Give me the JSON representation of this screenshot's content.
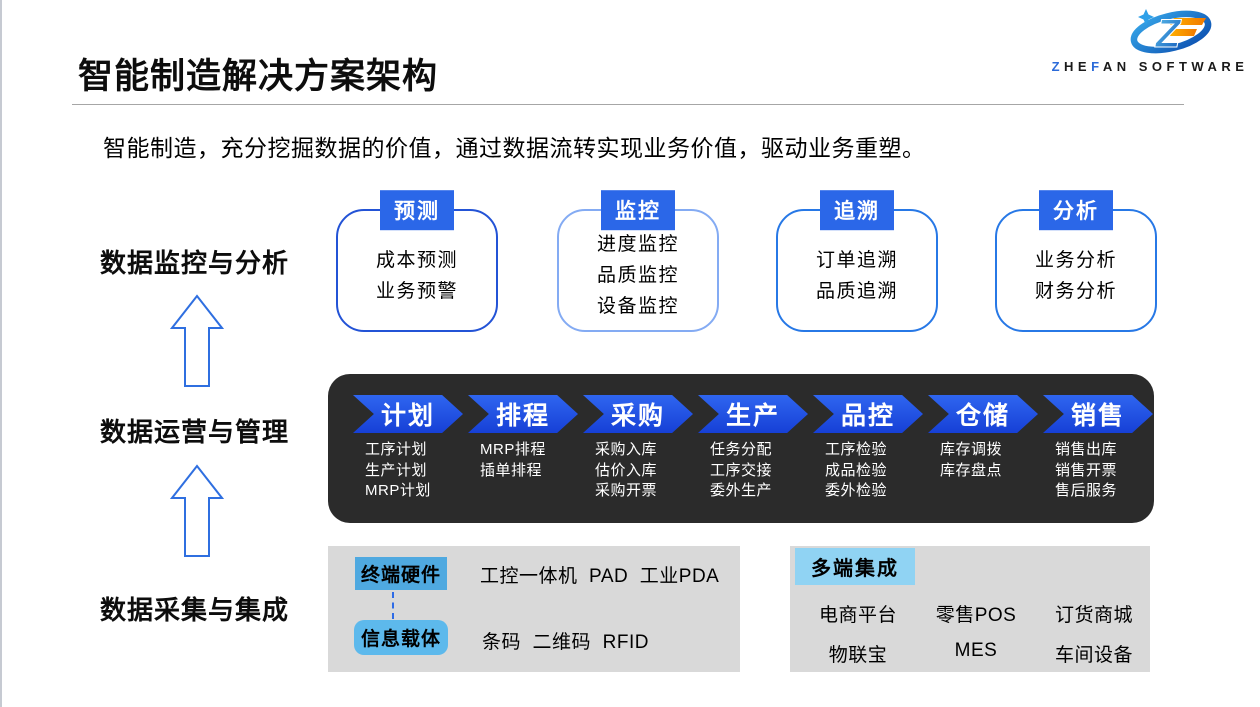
{
  "page": {
    "title": "智能制造解决方案架构",
    "subtitle": "智能制造，充分挖掘数据的价值，通过数据流转实现业务价值，驱动业务重塑。"
  },
  "logo": {
    "p1": "Z",
    "p2": "HE",
    "p3": "F",
    "p4": "AN",
    "p5": " SOFTWARE",
    "mark_letter": "Z"
  },
  "rail": {
    "rows": [
      {
        "label": "数据监控与分析"
      },
      {
        "label": "数据运营与管理"
      },
      {
        "label": "数据采集与集成"
      }
    ]
  },
  "feature_boxes": [
    {
      "tag": "预测",
      "items": [
        "成本预测",
        "业务预警"
      ]
    },
    {
      "tag": "监控",
      "items": [
        "进度监控",
        "品质监控",
        "设备监控"
      ]
    },
    {
      "tag": "追溯",
      "items": [
        "订单追溯",
        "品质追溯"
      ]
    },
    {
      "tag": "分析",
      "items": [
        "业务分析",
        "财务分析"
      ]
    }
  ],
  "process_band": {
    "stages": [
      {
        "name": "计划",
        "items": [
          "工序计划",
          "生产计划",
          "MRP计划"
        ]
      },
      {
        "name": "排程",
        "items": [
          "MRP排程",
          "插单排程"
        ]
      },
      {
        "name": "采购",
        "items": [
          "采购入库",
          "估价入库",
          "采购开票"
        ]
      },
      {
        "name": "生产",
        "items": [
          "任务分配",
          "工序交接",
          "委外生产"
        ]
      },
      {
        "name": "品控",
        "items": [
          "工序检验",
          "成品检验",
          "委外检验"
        ]
      },
      {
        "name": "仓储",
        "items": [
          "库存调拨",
          "库存盘点"
        ]
      },
      {
        "name": "销售",
        "items": [
          "销售出库",
          "销售开票",
          "售后服务"
        ]
      }
    ]
  },
  "hardware_panel": {
    "tag_hardware": "终端硬件",
    "hardware_items": "工控一体机  PAD  工业PDA",
    "tag_carrier": "信息载体",
    "carrier_items": "条码  二维码  RFID"
  },
  "integration_panel": {
    "tag": "多端集成",
    "items": [
      "电商平台",
      "零售POS",
      "订货商城",
      "物联宝",
      "MES",
      "车间设备"
    ]
  },
  "colors": {
    "accent_blue": "#2b67e8",
    "chevron_blue": "#1f4fe0",
    "band_dark": "#2b2b2b",
    "panel_gray": "#d9d9d9",
    "tag_skyblue": "#4fa9e0",
    "tag_skyblue_light": "#90d3f3",
    "logo_blue": "#1e66c8",
    "logo_orange": "#f59300"
  }
}
